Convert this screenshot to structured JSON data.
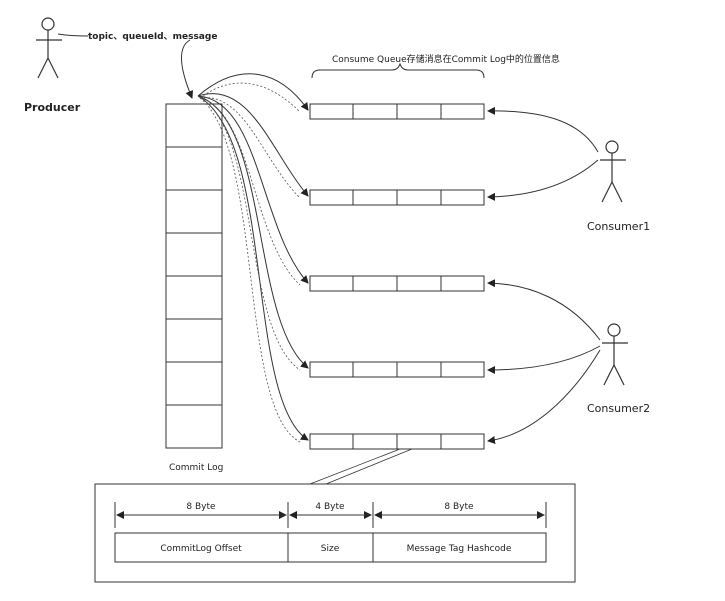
{
  "actors": {
    "producer": "Producer",
    "consumer1": "Consumer1",
    "consumer2": "Consumer2"
  },
  "producer_message": "topic、queueId、message",
  "consume_queue_title": "Consume Queue存储消息在Commit Log中的位置信息",
  "commit_log_label": "Commit Log",
  "entry_fields": [
    {
      "size": "8 Byte",
      "name": "CommitLog Offset"
    },
    {
      "size": "4 Byte",
      "name": "Size"
    },
    {
      "size": "8 Byte",
      "name": "Message Tag Hashcode"
    }
  ]
}
